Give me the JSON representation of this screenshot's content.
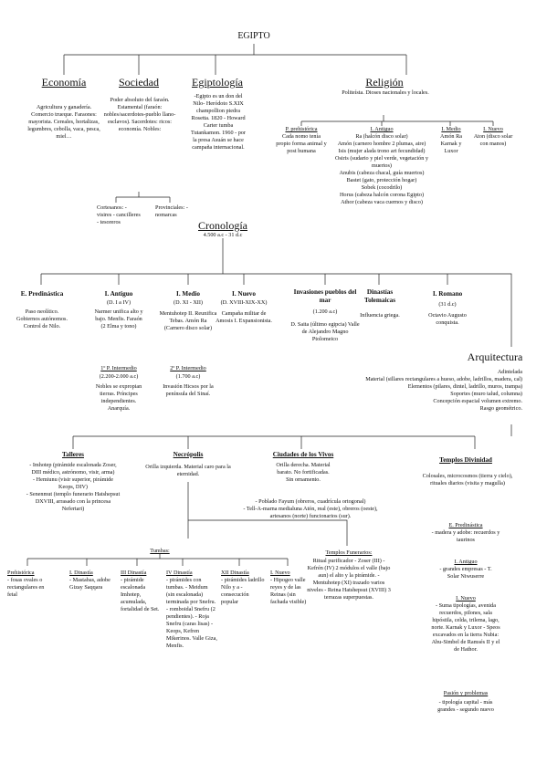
{
  "title": "EGIPTO",
  "economia": {
    "label": "Economía",
    "text": "Agricultura y ganadería. Comercio trueque. Faraones: mayorista. Cereales, hortalizas, legumbres, cebolla, vaca, pesca, miel…"
  },
  "sociedad": {
    "label": "Sociedad",
    "text": "Poder absoluto del faraón. Estamental (faraón: nobles/sacerdotes-pueblo llano-esclavos). Sacerdotes: ricos: economía. Nobles:",
    "cortesanos": "Cortesanos: - visires - cancilleres - tesoreros",
    "provinciales": "Provinciales: - nomarcas"
  },
  "egiptologia": {
    "label": "Egiptología",
    "text": "-Egipto es un don del Nilo- Heródoto S.XIX champollion piedra Rosetta. 1820 - Howard Carter tumba Tutankamon. 1960 - por la presa Asuán se hace campaña internacional."
  },
  "cronologia": {
    "label": "Cronología",
    "range": "4.500 a.c - 31 d.c"
  },
  "religion": {
    "label": "Religión",
    "text": "Politeísta. Dioses nacionales y locales.",
    "prehistoria": {
      "title": "P. prehistórica",
      "text": "Cada nomo tenía propio forma animal y post humana"
    },
    "antiguo": {
      "title": "I. Antiguo",
      "items": [
        "Ra (halcón disco solar)",
        "Amón (carnero hombre 2 plumas, aire)",
        "Isis (mujer alada trono art fecundidad)",
        "Osiris (sudario y piel verde, vegetación y muertos)",
        "Anubis (cabeza chacal, guía muertos)",
        "Bastet (gato, protección hogar)",
        "Sobek (cocodrilo)",
        "Horus (cabeza halcón corona Egipto)",
        "Athor (cabeza vaca cuernos y disco)"
      ]
    },
    "medio": {
      "title": "I. Medio",
      "text": "Amón Ra Karnak y Luxor"
    },
    "nuevo": {
      "title": "I. Nuevo",
      "text": "Aton (disco solar con manos)"
    }
  },
  "periodos": [
    {
      "title": "E. Predinástica",
      "text": "Paso neolítico. Gobiernos autónomos. Control de Nilo."
    },
    {
      "title": "I. Antiguo",
      "sub": "(D. I a IV)",
      "text": "Narmer unifica alto y bajo. Menfis. Faraón (2 Elma y tono)",
      "title2": "1º P. Intermedio",
      "sub2": "(2.200-2.000 a.c)",
      "text2": "Nobles se expropian tierras. Príncipes independientes. Anarquía."
    },
    {
      "title": "I. Medio",
      "sub": "(D. XI - XII)",
      "text": "Mentuhotep II. Reunifica Tebas. Amón Ra (Carnero disco solar)",
      "title2": "2º P. Intermedio",
      "sub2": "(1.700 a.c)",
      "text2": "Invasión Hicsos por la península del Sinaí."
    },
    {
      "title": "I. Nuevo",
      "sub": "(D. XVIII-XIX-XX)",
      "text": "Campaña militar de Amosis I. Expansionista."
    },
    {
      "title": "Invasiones pueblos del mar",
      "sub": "(1.200 a.c)",
      "text": "D. Saita (último egipcia) Valle de Alejandro Magno Ptolomeico"
    },
    {
      "title": "Dinastías Tolemaicas",
      "sub": "",
      "text": "Influencia griega."
    },
    {
      "title": "I. Romano",
      "sub": "(31 d.c)",
      "text": "Octavio Augusto conquista."
    }
  ],
  "arquitectura": {
    "label": "Arquitectura",
    "lines": [
      "Adintelada",
      "Material (sillares rectangulares a hueso, adobe, ladrillos, madera, cal)",
      "Elementos (pilares, dintel, ladrillo, muros, trampa)",
      "Soportes (muro talud, columna)",
      "Concepción espacial volumen extremo.",
      "Rasgo geométrico."
    ]
  },
  "talleres": {
    "label": "Talleres",
    "items": [
      "- Imhotep (pirámide escalonada Zoser, DIII médico, astrónomo, visir, arma)",
      "- Hemiunu (visir superior, pirámide Keops, DIV)",
      "- Senenmut (templo funerario Hatshepsut DXVIII, arrasado con la princesa Nefertari)"
    ]
  },
  "necropolis": {
    "label": "Necrópolis",
    "text": "Orilla izquierda. Material caro para la eternidad."
  },
  "ciudades": {
    "label": "Ciudades de los Vivos",
    "text": "Orilla derecha. Material barato. No fortificadas. Sin ornamento.",
    "items": [
      "- Poblado Fayum (obreros, cuadrícula ortogonal)",
      "- Tell-A-marna medialuna Atón, real (este), obreros (oeste), artesanos (norte) funcionarios (sur)."
    ]
  },
  "templos_divinidad": {
    "label": "Templos Divinidad",
    "text": "Colosales, microcosmos (tierra y cielo), rituales diarios (visita y magulla)",
    "sections": [
      {
        "title": "E. Predinástica",
        "text": "- madera y adobe: recuerdos y taurinos"
      },
      {
        "title": "I. Antiguo",
        "text": "- grandes empresas - T. Solar Niwuserre"
      },
      {
        "title": "I. Nuevo",
        "text": "- Suma tipologías, avenida recuerdos, pilones, sala hipóstila, celda, trilema, lago, norte. Karnak y Luxor - Speos excavados en la tierra Nubia: Abu-Simbel de Ramsés II y el de Hathor."
      },
      {
        "title": "Pasión y problemas",
        "text": "- tipología capital - más grandes - segundo nuevo"
      }
    ]
  },
  "templos_funerarios": {
    "title": "Templos Funerarios:",
    "text": "Ritual purificador - Zoser (III) -Kefrén (IV) 2 módulos el valle (bajo aun) el alto y la pirámide. - Mentuhotep (XI) trazado varios niveles - Reina Hatshepsut (XVIII) 3 terrazas superpuestas."
  },
  "tumbas": {
    "label": "Tumbas:",
    "items": [
      {
        "title": "Prehistórica",
        "text": "- fosas ovales o rectangulares en fetal"
      },
      {
        "title": "I. Dinastía",
        "text": "- Mastabas, adobe Gizay Saqqara"
      },
      {
        "title": "III Dinastía",
        "text": "- pirámide escalonada Imhotep, acumulada, fortalidad de Set."
      },
      {
        "title": "IV Dinastía",
        "text": "- pirámides con tumbas. - Meidum (sin escalonada) terminada por Snefru. - romboidal Snefru (2 pendientes). - Roja Snefru (caras lisas) - Keops, Kefren Mikerinos. Valle Giza, Menfis."
      },
      {
        "title": "XII Dinastía",
        "text": "- pirámides ladrillo Nilo y a - consecución popular"
      },
      {
        "title": "I. Nuevo",
        "text": "- Hipogeo valle reyes y de las Reinas (sin fachada visible)"
      }
    ]
  }
}
